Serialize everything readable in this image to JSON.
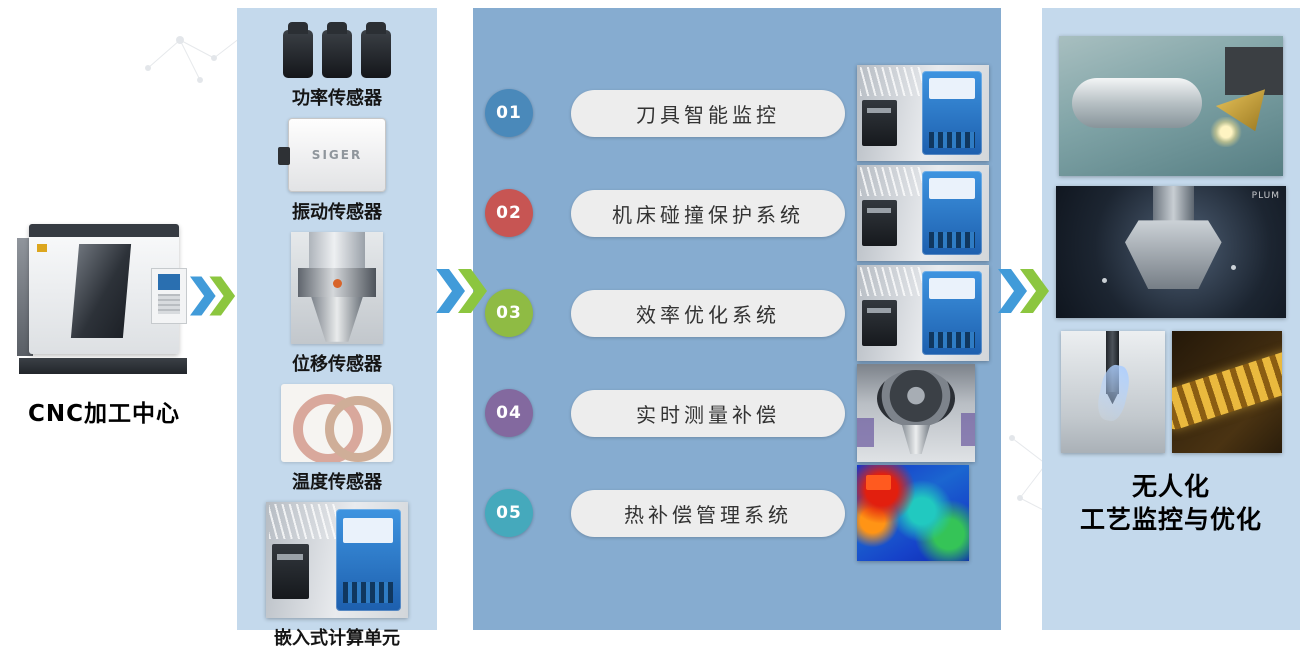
{
  "left": {
    "label": "CNC加工中心"
  },
  "sensor_panel": {
    "items": [
      {
        "label": "功率传感器"
      },
      {
        "label": "振动传感器",
        "brand": "SIGER"
      },
      {
        "label": "位移传感器"
      },
      {
        "label": "温度传感器"
      },
      {
        "label": "嵌入式计算单元"
      }
    ]
  },
  "system_panel": {
    "items": [
      {
        "num": "01",
        "label": "刀具智能监控",
        "color": "#4a89ba"
      },
      {
        "num": "02",
        "label": "机床碰撞保护系统",
        "color": "#c75553"
      },
      {
        "num": "03",
        "label": "效率优化系统",
        "color": "#8fbb44"
      },
      {
        "num": "04",
        "label": "实时测量补偿",
        "color": "#83699f"
      },
      {
        "num": "05",
        "label": "热补偿管理系统",
        "color": "#45a9bc"
      }
    ]
  },
  "right_panel": {
    "caption_line1": "无人化",
    "caption_line2": "工艺监控与优化",
    "milling_watermark": "PLUM"
  },
  "colors": {
    "panel_light": "#c4d9ec",
    "panel_medium": "#86acd0",
    "pill_bg": "#ededed",
    "arrow_blue": "#419bd9",
    "arrow_green": "#8cc63f"
  }
}
